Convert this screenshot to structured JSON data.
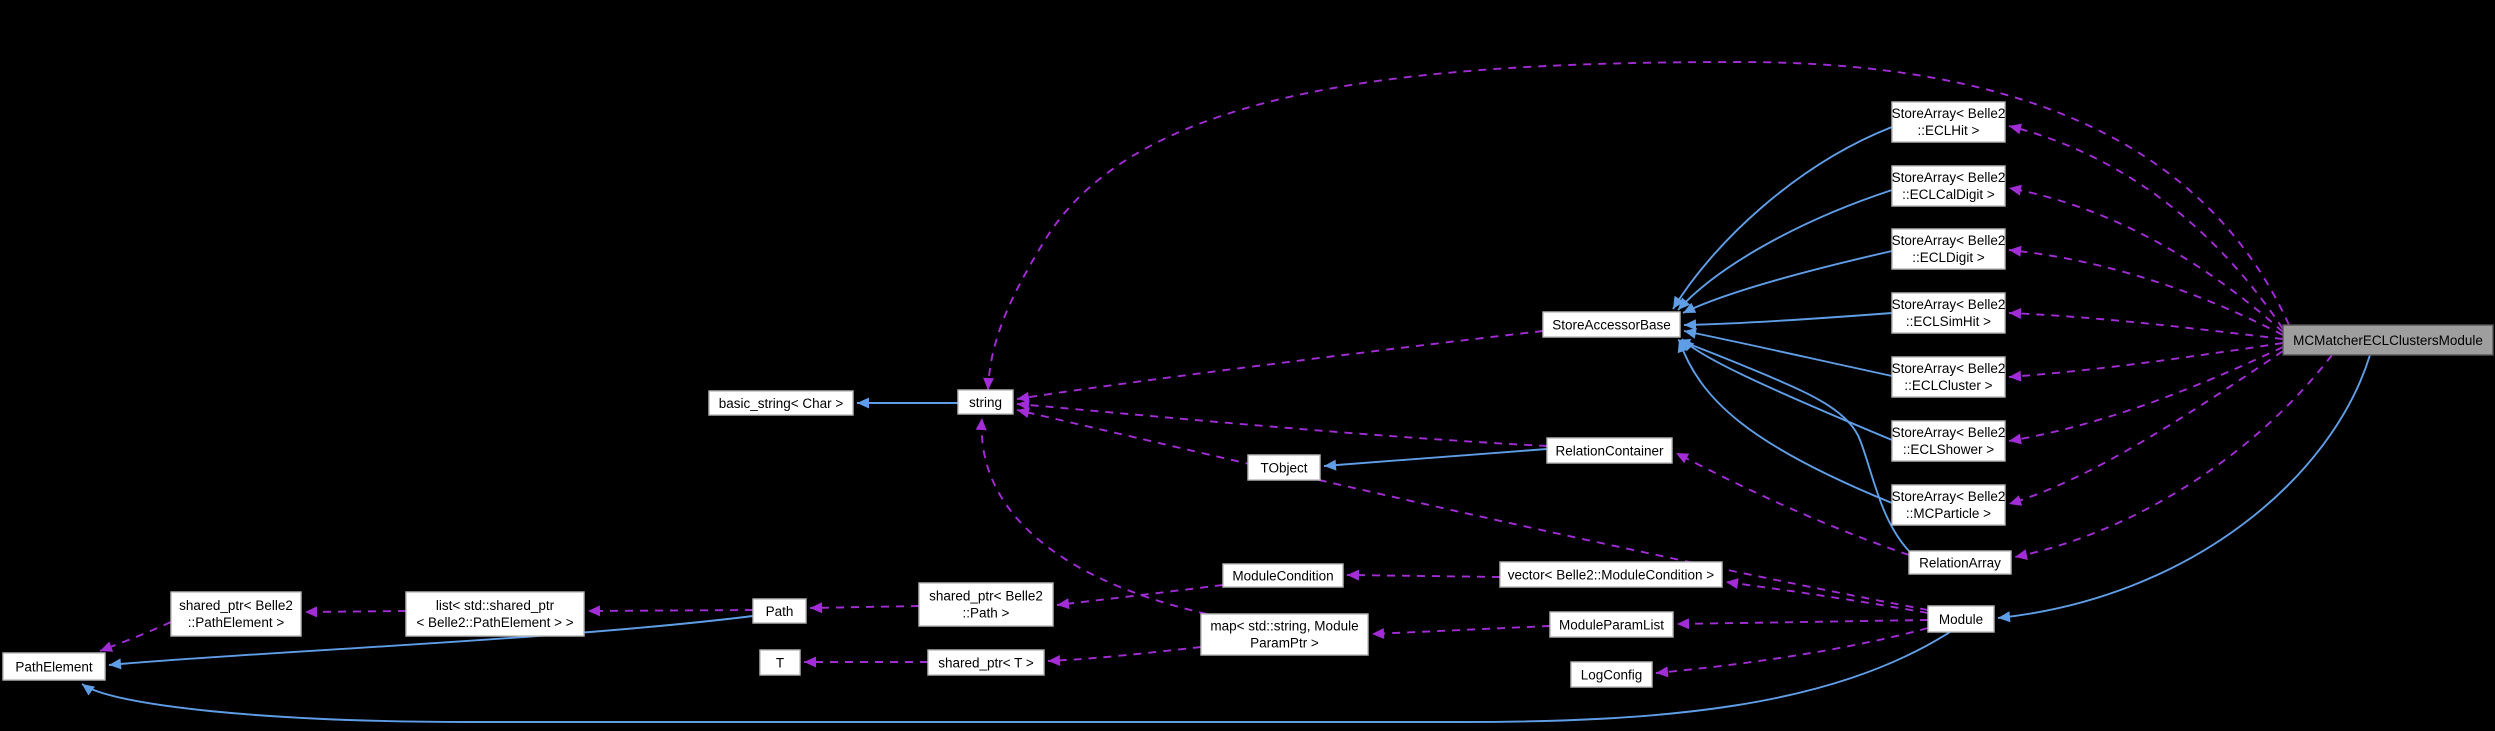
{
  "diagram": {
    "kind": "collaboration-graph",
    "main_class": "MCMatcherECLClustersModule",
    "colors": {
      "background": "#000000",
      "inheritance_edge": "#5f9ee6",
      "usage_edge": "#a22cd6",
      "node_fill": "#ffffff",
      "node_border": "#b9b9b9",
      "node_text": "#000000",
      "main_node_fill": "#9e9e9e",
      "main_node_border": "#565656"
    },
    "nodes": [
      {
        "id": "pathElement",
        "lines": [
          "PathElement"
        ]
      },
      {
        "id": "sptrPathElement",
        "lines": [
          "shared_ptr< Belle2",
          "::PathElement >"
        ]
      },
      {
        "id": "listSptr",
        "lines": [
          "list< std::shared_ptr",
          "< Belle2::PathElement > >"
        ]
      },
      {
        "id": "basicString",
        "lines": [
          "basic_string< Char >"
        ]
      },
      {
        "id": "string",
        "lines": [
          "string"
        ]
      },
      {
        "id": "path",
        "lines": [
          "Path"
        ]
      },
      {
        "id": "t",
        "lines": [
          "T"
        ]
      },
      {
        "id": "sptrPath",
        "lines": [
          "shared_ptr< Belle2",
          "::Path >"
        ]
      },
      {
        "id": "sptrT",
        "lines": [
          "shared_ptr< T >"
        ]
      },
      {
        "id": "tobject",
        "lines": [
          "TObject"
        ]
      },
      {
        "id": "moduleCondition",
        "lines": [
          "ModuleCondition"
        ]
      },
      {
        "id": "map",
        "lines": [
          "map< std::string, Module",
          "ParamPtr >"
        ]
      },
      {
        "id": "storeAccessorBase",
        "lines": [
          "StoreAccessorBase"
        ]
      },
      {
        "id": "relationContainer",
        "lines": [
          "RelationContainer"
        ]
      },
      {
        "id": "vectorMC",
        "lines": [
          "vector< Belle2::ModuleCondition >"
        ]
      },
      {
        "id": "moduleParamList",
        "lines": [
          "ModuleParamList"
        ]
      },
      {
        "id": "logConfig",
        "lines": [
          "LogConfig"
        ]
      },
      {
        "id": "saEclHit",
        "lines": [
          "StoreArray< Belle2",
          "::ECLHit >"
        ]
      },
      {
        "id": "saEclCalDigit",
        "lines": [
          "StoreArray< Belle2",
          "::ECLCalDigit >"
        ]
      },
      {
        "id": "saEclDigit",
        "lines": [
          "StoreArray< Belle2",
          "::ECLDigit >"
        ]
      },
      {
        "id": "saEclSimHit",
        "lines": [
          "StoreArray< Belle2",
          "::ECLSimHit >"
        ]
      },
      {
        "id": "saEclCluster",
        "lines": [
          "StoreArray< Belle2",
          "::ECLCluster >"
        ]
      },
      {
        "id": "saEclShower",
        "lines": [
          "StoreArray< Belle2",
          "::ECLShower >"
        ]
      },
      {
        "id": "saMCParticle",
        "lines": [
          "StoreArray< Belle2",
          "::MCParticle >"
        ]
      },
      {
        "id": "relationArray",
        "lines": [
          "RelationArray"
        ]
      },
      {
        "id": "module",
        "lines": [
          "Module"
        ]
      },
      {
        "id": "mcmatcher",
        "lines": [
          "MCMatcherECLClustersModule"
        ],
        "main": true
      }
    ],
    "edges": [
      {
        "from": "string",
        "to": "basicString",
        "type": "inheritance"
      },
      {
        "from": "saEclHit",
        "to": "storeAccessorBase",
        "type": "inheritance"
      },
      {
        "from": "saEclCalDigit",
        "to": "storeAccessorBase",
        "type": "inheritance"
      },
      {
        "from": "saEclDigit",
        "to": "storeAccessorBase",
        "type": "inheritance"
      },
      {
        "from": "saEclSimHit",
        "to": "storeAccessorBase",
        "type": "inheritance"
      },
      {
        "from": "saEclCluster",
        "to": "storeAccessorBase",
        "type": "inheritance"
      },
      {
        "from": "saEclShower",
        "to": "storeAccessorBase",
        "type": "inheritance"
      },
      {
        "from": "saMCParticle",
        "to": "storeAccessorBase",
        "type": "inheritance"
      },
      {
        "from": "relationArray",
        "to": "storeAccessorBase",
        "type": "inheritance"
      },
      {
        "from": "relationContainer",
        "to": "tobject",
        "type": "inheritance"
      },
      {
        "from": "path",
        "to": "pathElement",
        "type": "inheritance"
      },
      {
        "from": "module",
        "to": "pathElement",
        "type": "inheritance"
      },
      {
        "from": "mcmatcher",
        "to": "module",
        "type": "inheritance"
      },
      {
        "from": "sptrPathElement",
        "to": "pathElement",
        "type": "usage"
      },
      {
        "from": "listSptr",
        "to": "sptrPathElement",
        "type": "usage"
      },
      {
        "from": "path",
        "to": "listSptr",
        "type": "usage"
      },
      {
        "from": "sptrPath",
        "to": "path",
        "type": "usage"
      },
      {
        "from": "moduleCondition",
        "to": "sptrPath",
        "type": "usage"
      },
      {
        "from": "map",
        "to": "sptrT",
        "type": "usage"
      },
      {
        "from": "sptrT",
        "to": "t",
        "type": "usage"
      },
      {
        "from": "moduleParamList",
        "to": "map",
        "type": "usage"
      },
      {
        "from": "module",
        "to": "vectorMC",
        "type": "usage"
      },
      {
        "from": "module",
        "to": "moduleParamList",
        "type": "usage"
      },
      {
        "from": "module",
        "to": "logConfig",
        "type": "usage"
      },
      {
        "from": "vectorMC",
        "to": "moduleCondition",
        "type": "usage"
      },
      {
        "from": "relationArray",
        "to": "relationContainer",
        "type": "usage"
      },
      {
        "from": "storeAccessorBase",
        "to": "string",
        "type": "usage"
      },
      {
        "from": "relationContainer",
        "to": "string",
        "type": "usage"
      },
      {
        "from": "module",
        "to": "string",
        "type": "usage"
      },
      {
        "from": "map",
        "to": "string",
        "type": "usage"
      },
      {
        "from": "mcmatcher",
        "to": "string",
        "type": "usage"
      },
      {
        "from": "mcmatcher",
        "to": "saEclHit",
        "type": "usage"
      },
      {
        "from": "mcmatcher",
        "to": "saEclCalDigit",
        "type": "usage"
      },
      {
        "from": "mcmatcher",
        "to": "saEclDigit",
        "type": "usage"
      },
      {
        "from": "mcmatcher",
        "to": "saEclSimHit",
        "type": "usage"
      },
      {
        "from": "mcmatcher",
        "to": "saEclCluster",
        "type": "usage"
      },
      {
        "from": "mcmatcher",
        "to": "saEclShower",
        "type": "usage"
      },
      {
        "from": "mcmatcher",
        "to": "saMCParticle",
        "type": "usage"
      },
      {
        "from": "mcmatcher",
        "to": "relationArray",
        "type": "usage"
      }
    ]
  }
}
